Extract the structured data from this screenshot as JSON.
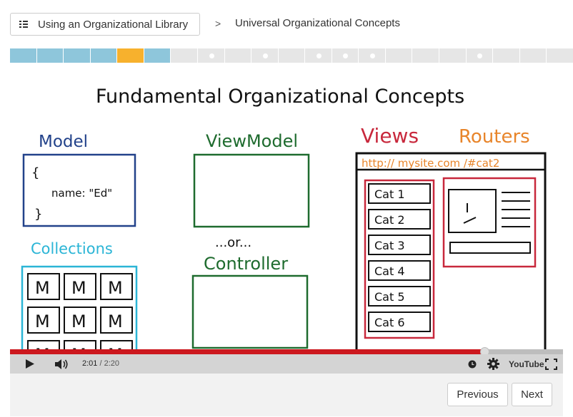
{
  "header": {
    "lesson_label": "Using an Organizational Library",
    "separator": ">",
    "section_title": "Universal Organizational Concepts"
  },
  "progress": {
    "segments": [
      {
        "state": "done"
      },
      {
        "state": "done"
      },
      {
        "state": "done"
      },
      {
        "state": "done"
      },
      {
        "state": "current"
      },
      {
        "state": "done"
      },
      {
        "state": "todo"
      },
      {
        "state": "todo",
        "dot": true
      },
      {
        "state": "todo"
      },
      {
        "state": "todo",
        "dot": true
      },
      {
        "state": "todo"
      },
      {
        "state": "todo",
        "dot": true
      },
      {
        "state": "todo",
        "dot": true
      },
      {
        "state": "todo",
        "dot": true
      },
      {
        "state": "todo"
      },
      {
        "state": "todo"
      },
      {
        "state": "todo"
      },
      {
        "state": "todo",
        "dot": true
      },
      {
        "state": "todo"
      },
      {
        "state": "todo"
      },
      {
        "state": "todo"
      }
    ],
    "colors": {
      "done": "#8ec6db",
      "current": "#f7b12d",
      "todo": "#e6e6e6"
    }
  },
  "slide": {
    "title": "Fundamental Organizational Concepts",
    "model_label": "Model",
    "model_code_open": "{",
    "model_code_body": "name: \"Ed\"",
    "model_code_close": "}",
    "viewmodel_label": "ViewModel",
    "or_label": "...or...",
    "controller_label": "Controller",
    "collections_label": "Collections",
    "collection_cell": "M",
    "views_label": "Views",
    "routers_label": "Routers",
    "url_text": "http:// mysite.com /#cat2",
    "cats": [
      "Cat 1",
      "Cat 2",
      "Cat 3",
      "Cat 4",
      "Cat 5",
      "Cat 6"
    ]
  },
  "player": {
    "current_time": "2:01",
    "separator": " / ",
    "total_time": "2:20",
    "played_fraction": 0.858,
    "youtube_label": "YouTube"
  },
  "nav": {
    "previous_label": "Previous",
    "next_label": "Next"
  }
}
